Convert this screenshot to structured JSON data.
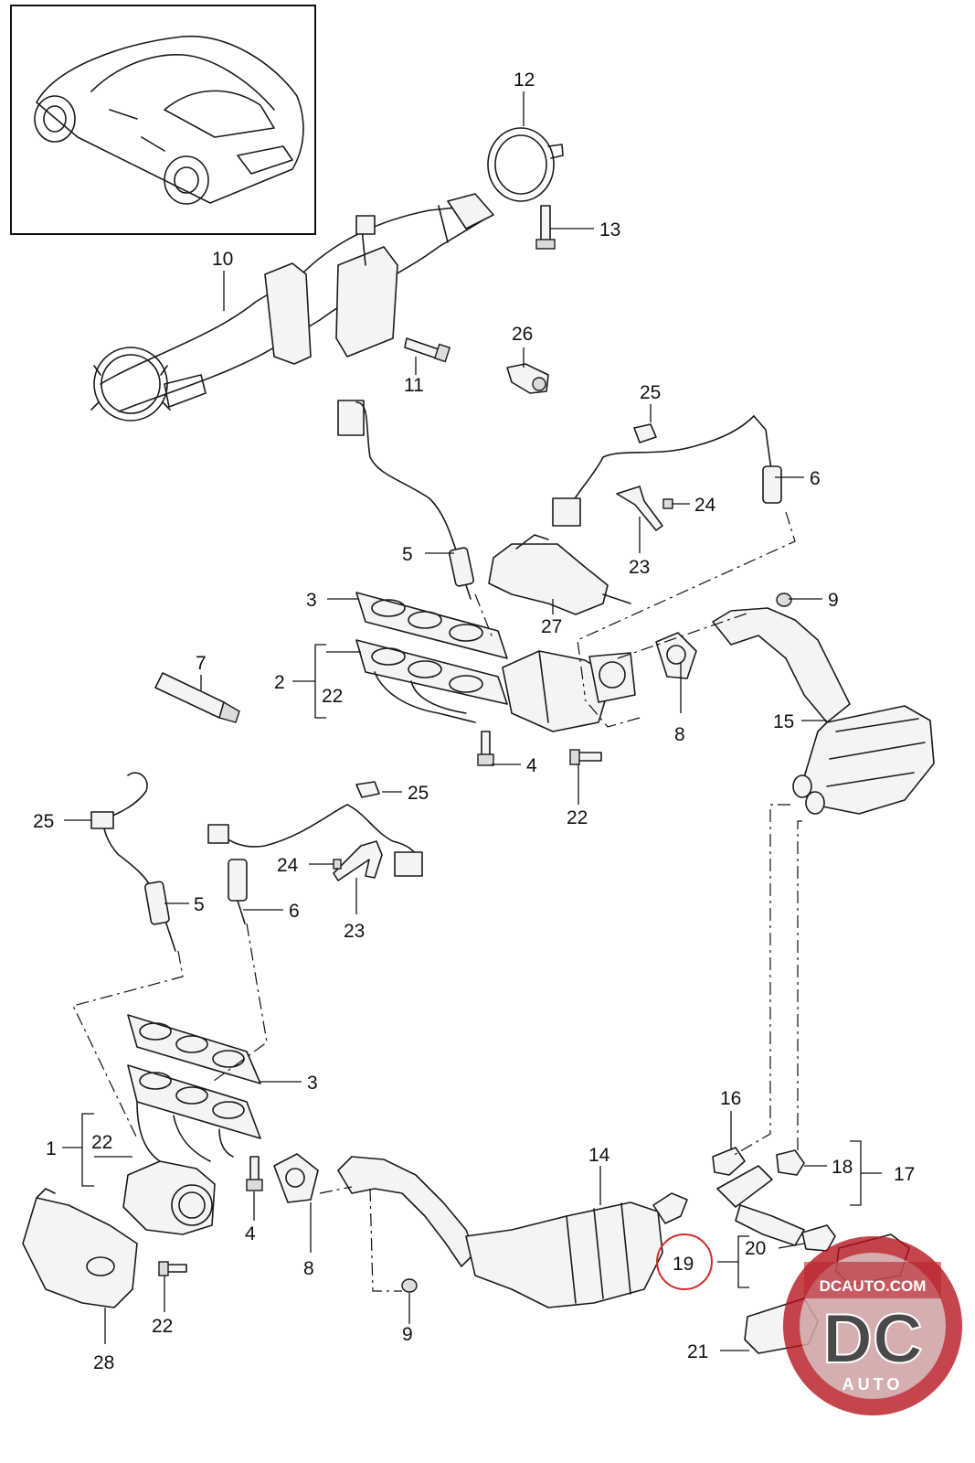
{
  "callouts": [
    {
      "id": "c1",
      "text": "1"
    },
    {
      "id": "c2",
      "text": "2"
    },
    {
      "id": "c3a",
      "text": "3"
    },
    {
      "id": "c3b",
      "text": "3"
    },
    {
      "id": "c4a",
      "text": "4"
    },
    {
      "id": "c4b",
      "text": "4"
    },
    {
      "id": "c5a",
      "text": "5"
    },
    {
      "id": "c5b",
      "text": "5"
    },
    {
      "id": "c6a",
      "text": "6"
    },
    {
      "id": "c6b",
      "text": "6"
    },
    {
      "id": "c7",
      "text": "7"
    },
    {
      "id": "c8a",
      "text": "8"
    },
    {
      "id": "c8b",
      "text": "8"
    },
    {
      "id": "c9a",
      "text": "9"
    },
    {
      "id": "c9b",
      "text": "9"
    },
    {
      "id": "c10",
      "text": "10"
    },
    {
      "id": "c11",
      "text": "11"
    },
    {
      "id": "c12",
      "text": "12"
    },
    {
      "id": "c13",
      "text": "13"
    },
    {
      "id": "c14",
      "text": "14"
    },
    {
      "id": "c15",
      "text": "15"
    },
    {
      "id": "c16",
      "text": "16"
    },
    {
      "id": "c17",
      "text": "17"
    },
    {
      "id": "c18",
      "text": "18"
    },
    {
      "id": "c19",
      "text": "19"
    },
    {
      "id": "c20",
      "text": "20"
    },
    {
      "id": "c21",
      "text": "21"
    },
    {
      "id": "c22a",
      "text": "22"
    },
    {
      "id": "c22b",
      "text": "22"
    },
    {
      "id": "c22c",
      "text": "22"
    },
    {
      "id": "c22d",
      "text": "22"
    },
    {
      "id": "c23a",
      "text": "23"
    },
    {
      "id": "c23b",
      "text": "23"
    },
    {
      "id": "c24a",
      "text": "24"
    },
    {
      "id": "c24b",
      "text": "24"
    },
    {
      "id": "c25a",
      "text": "25"
    },
    {
      "id": "c25b",
      "text": "25"
    },
    {
      "id": "c25c",
      "text": "25"
    },
    {
      "id": "c26",
      "text": "26"
    },
    {
      "id": "c27",
      "text": "27"
    },
    {
      "id": "c28",
      "text": "28"
    }
  ],
  "highlight": {
    "callout": "19",
    "color": "#d42a2a"
  },
  "watermark": {
    "text_top": "DCAUTO.COM",
    "letters": "DC",
    "text_bottom": "AUTO",
    "colors": {
      "ring": "#b5121b",
      "dark": "#3a3a3a",
      "light": "#cfcfcf"
    }
  },
  "icons": [
    "car-thumbnail-icon"
  ]
}
